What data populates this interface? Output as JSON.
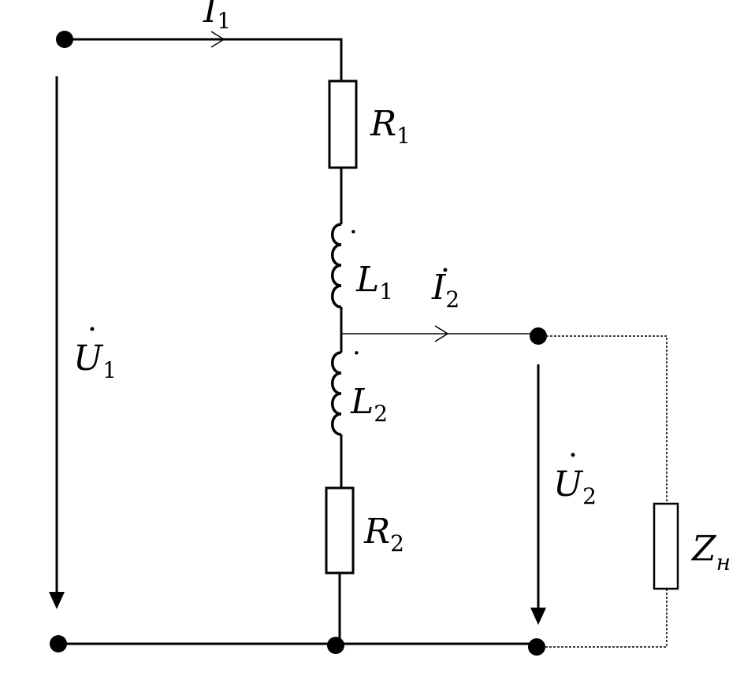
{
  "labels": {
    "i1": {
      "main": "I",
      "sub": "1",
      "dotted": false
    },
    "r1": {
      "main": "R",
      "sub": "1"
    },
    "l1": {
      "main": "L",
      "sub": "1"
    },
    "i2": {
      "main": "I",
      "sub": "2",
      "dotted": true
    },
    "u1": {
      "main": "U",
      "sub": "1",
      "dotted": true
    },
    "l2": {
      "main": "L",
      "sub": "2"
    },
    "u2": {
      "main": "U",
      "sub": "2",
      "dotted": true
    },
    "r2": {
      "main": "R",
      "sub": "2"
    },
    "zh": {
      "main": "Z",
      "sub": "н"
    }
  },
  "dot_mark": "·"
}
